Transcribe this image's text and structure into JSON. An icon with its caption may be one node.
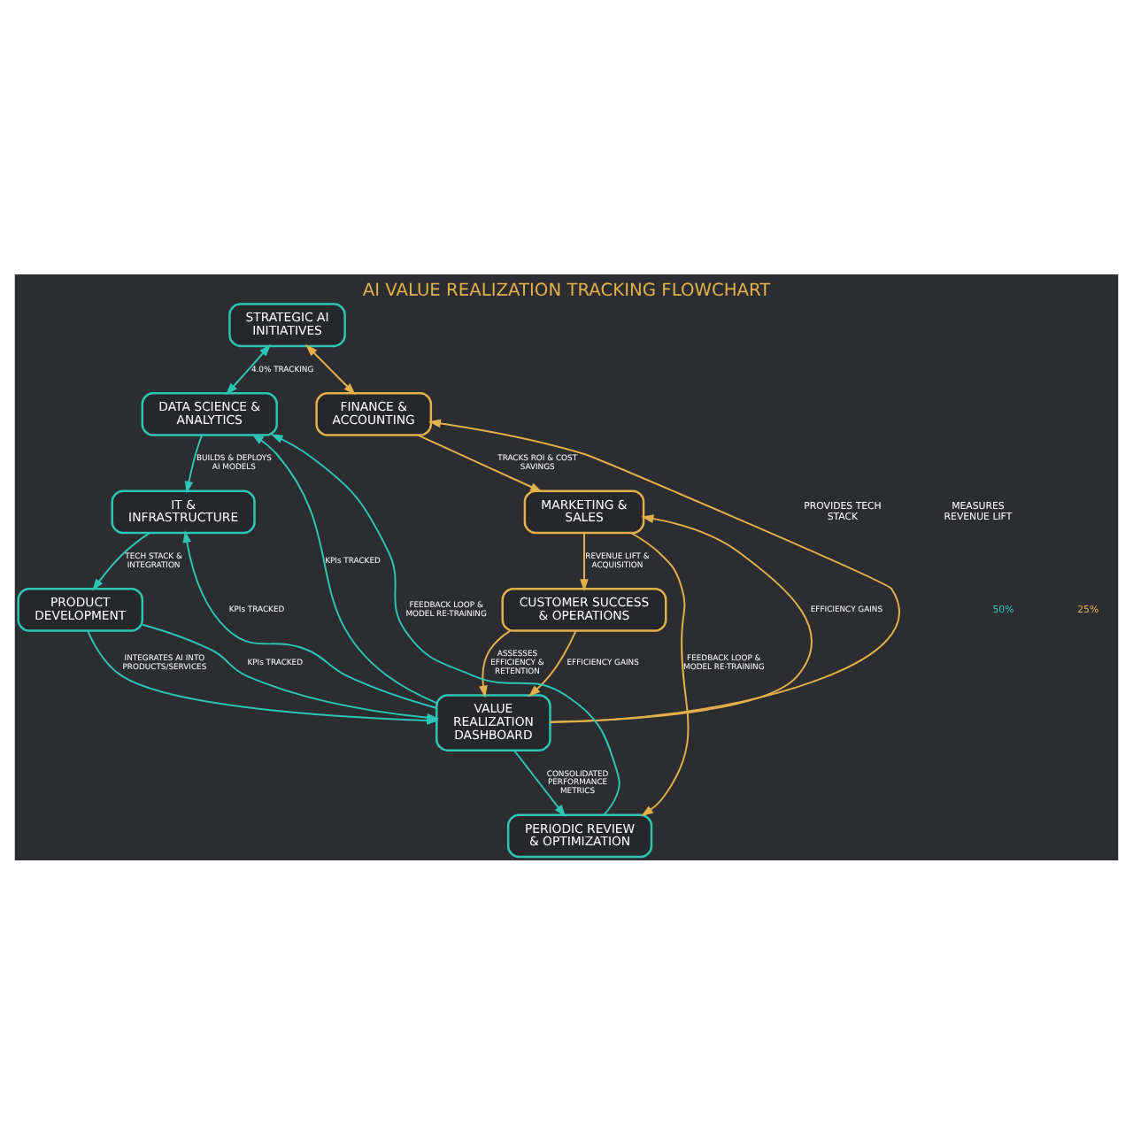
{
  "diagram": {
    "title": "AI VALUE REALIZATION TRACKING FLOWCHART",
    "nodes": [
      {
        "text": [
          "STRATEGIC AI INITIATIVES"
        ]
      },
      {
        "text": [
          "DATA SCIENCE & ANALYTICS"
        ]
      },
      {
        "text": [
          "FINANCE & ACCOUNTING"
        ]
      },
      {
        "text": [
          "IT & INFRASTRUCTURE"
        ]
      },
      {
        "text": [
          "MARKETING & SALES"
        ]
      },
      {
        "text": [
          "PRODUCT DEVELOPMENT"
        ]
      },
      {
        "text": [
          "CUSTOMER SUCCESS & OPERATIONS"
        ]
      },
      {
        "text": [
          "VALUE REALIZATION DASHBOARD"
        ]
      },
      {
        "text": [
          "PERIODIC REVIEW & OPTIMIZATION"
        ]
      }
    ],
    "edges": [
      {
        "from": 0,
        "to": 1,
        "arrow": "both",
        "label": "4.0% TRACKING"
      },
      {
        "from": 0,
        "to": 2,
        "arrow": "both",
        "color": "#e3b04b"
      },
      {
        "from": 1,
        "to": 3,
        "arrow": "to",
        "label": "BUILDS & DEPLOYS AI MODELS"
      },
      {
        "from": 2,
        "to": 4,
        "arrow": "to",
        "label": "TRACKS ROI & COST SAVINGS",
        "color": "#e3b04b"
      },
      {
        "from": 3,
        "to": 5,
        "arrow": "to",
        "label": "TECH STACK & INTEGRATION"
      },
      {
        "from": 4,
        "to": 6,
        "arrow": "to",
        "label": "REVENUE LIFT & ACQUISITION",
        "color": "#e3b04b"
      },
      {
        "from": 5,
        "to": 7,
        "arrow": "to",
        "label": "INTEGRATES AI INTO PRODUCTS/SERVICES"
      },
      {
        "from": 5,
        "to": 7,
        "arrow": "to",
        "label": "KPIs TRACKED"
      },
      {
        "from": 6,
        "to": 7,
        "arrow": "to",
        "label": "ASSESSES EFFICIENCY & RETENTION",
        "color": "#e3b04b"
      },
      {
        "from": 6,
        "to": 7,
        "arrow": "to",
        "label": "EFFICIENCY GAINS",
        "color": "#e3b04b"
      },
      {
        "from": 7,
        "to": 1,
        "arrow": "to",
        "label": "KPIs TRACKED"
      },
      {
        "from": 7,
        "to": 3,
        "arrow": "to",
        "label": "KPIs TRACKED"
      },
      {
        "from": 7,
        "to": 2,
        "arrow": "to",
        "color": "#e3b04b"
      },
      {
        "from": 7,
        "to": 4,
        "arrow": "to",
        "label": "EFFICIENCY GAINS",
        "color": "#e3b04b"
      },
      {
        "from": 7,
        "to": 8,
        "arrow": "to",
        "label": "CONSOLIDATED PERFORMANCE METRICS"
      },
      {
        "from": 8,
        "to": 1,
        "arrow": "to",
        "label": "FEEDBACK LOOP & MODEL RE-TRAINING"
      },
      {
        "from": 4,
        "to": 8,
        "arrow": "to",
        "label": "FEEDBACK LOOP & MODEL RE-TRAINING",
        "color": "#e3b04b"
      }
    ],
    "labels": [
      "PROVIDES TECH STACK",
      "MEASURES REVENUE LIFT",
      "50%",
      "25%"
    ]
  }
}
